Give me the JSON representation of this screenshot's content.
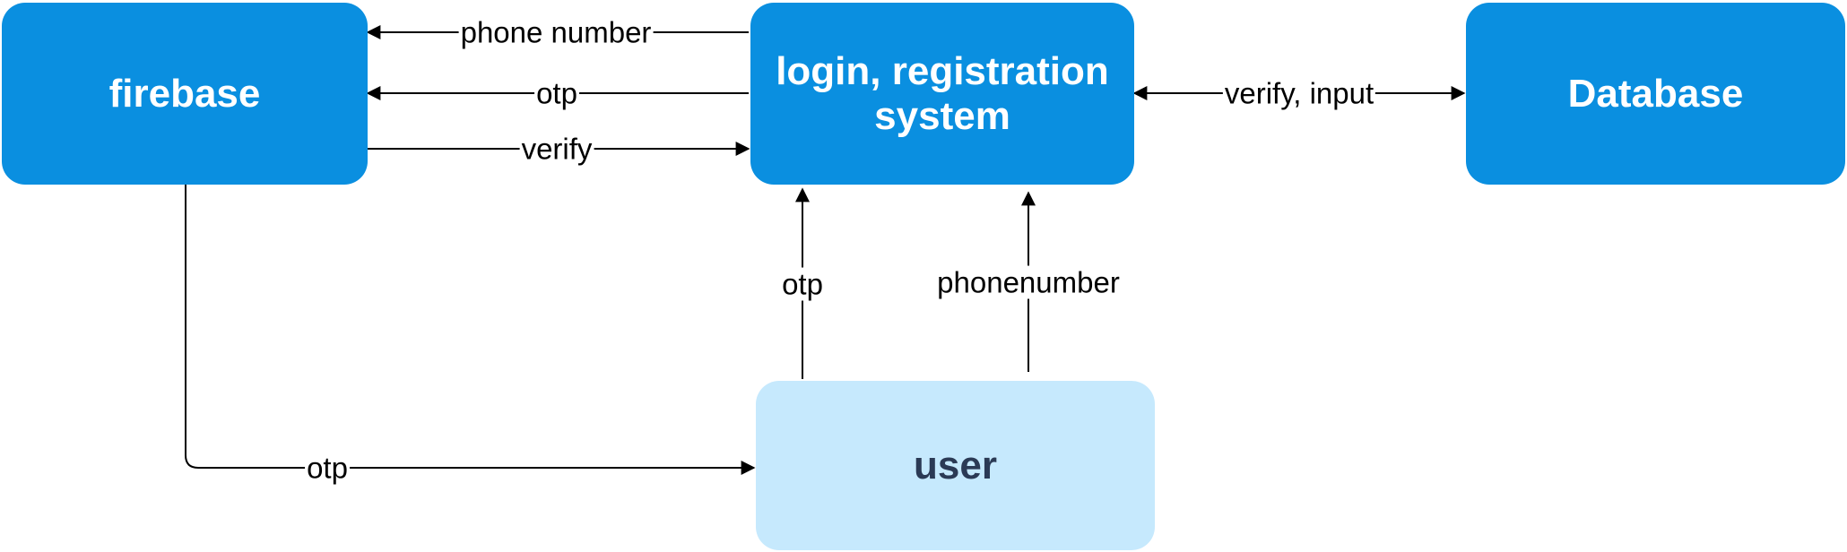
{
  "nodes": {
    "firebase": "firebase",
    "login": "login, registration system",
    "database": "Database",
    "user": "user"
  },
  "edges": {
    "login_to_firebase_phone": "phone number",
    "login_to_firebase_otp": "otp",
    "firebase_to_login_verify": "verify",
    "login_database": "verify, input",
    "user_to_login_otp": "otp",
    "user_to_login_phone": "phonenumber",
    "firebase_to_user_otp": "otp"
  },
  "colors": {
    "node_dark": "#0a8fe0",
    "node_light": "#c6e9fd",
    "node_light_text": "#2b3a55",
    "edge": "#000000"
  }
}
